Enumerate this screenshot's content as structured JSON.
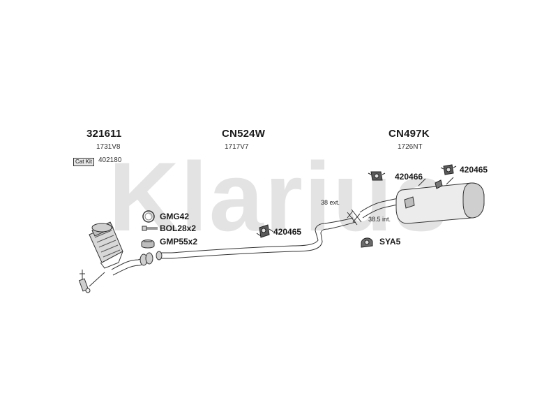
{
  "watermark": {
    "text": "Klarius",
    "color": "#e3e3e3"
  },
  "groups": {
    "front": {
      "part": "321611",
      "ref": "1731V8",
      "catkit_label": "Cat Kit",
      "catkit_value": "402180"
    },
    "middle": {
      "part": "CN524W",
      "ref": "1717V7"
    },
    "rear": {
      "part": "CN497K",
      "ref": "1726NT"
    }
  },
  "fittings": {
    "gasket": "GMG42",
    "bolts": "BOL28x2",
    "clamps": "GMP55x2",
    "mount_middle": "420465",
    "mount_rear_left": "420466",
    "mount_rear_right": "420465",
    "hanger": "SYA5"
  },
  "dimensions": {
    "external": "38 ext.",
    "internal": "38.5 int."
  },
  "colors": {
    "line": "#333333",
    "fill_light": "#f2f2f2",
    "fill_mid": "#cfcfcf",
    "fill_dark": "#8a8a8a"
  }
}
